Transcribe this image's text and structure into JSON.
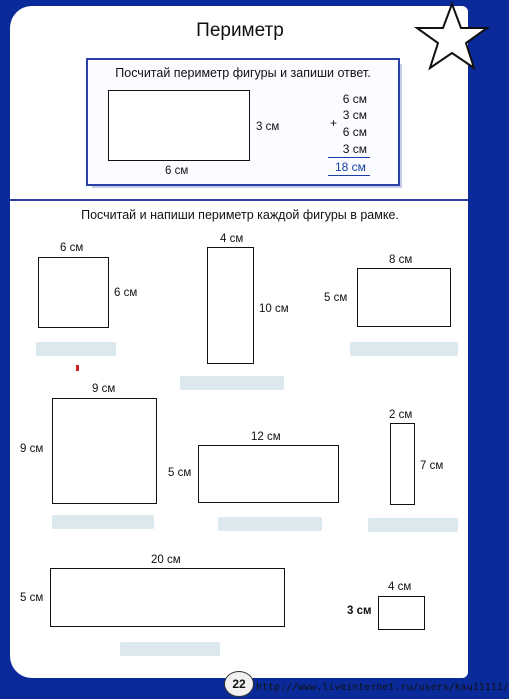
{
  "title": "Периметр",
  "example": {
    "instruction": "Посчитай периметр фигуры и запиши ответ.",
    "shape": {
      "width_label": "6 см",
      "height_label": "3 см"
    },
    "sum_terms": [
      "6 см",
      "3 см",
      "6 см",
      "3 см"
    ],
    "plus": "+",
    "sum_total": "18 см"
  },
  "task": {
    "instruction": "Посчитай и напиши периметр каждой фигуры в рамке.",
    "shapes": [
      {
        "top_label": "6 см",
        "side_label": "6 см"
      },
      {
        "top_label": "4 см",
        "side_label": "10 см"
      },
      {
        "top_label": "8 см",
        "side_label": "5 см"
      },
      {
        "top_label": "9 см",
        "side_label": "9 см"
      },
      {
        "top_label": "12 см",
        "side_label": "5 см"
      },
      {
        "top_label": "2 см",
        "side_label": "7 см"
      },
      {
        "top_label": "20 см",
        "side_label": "5 см"
      },
      {
        "top_label": "4 см",
        "side_label": "3 см"
      }
    ]
  },
  "footer": {
    "page_number": "22",
    "url": "http://www.liveinternet.ru/users/ksu11111/"
  },
  "colors": {
    "frame": "#0a2a9a",
    "accent": "#1a3da8",
    "answer_box": "#dbe9ef"
  }
}
